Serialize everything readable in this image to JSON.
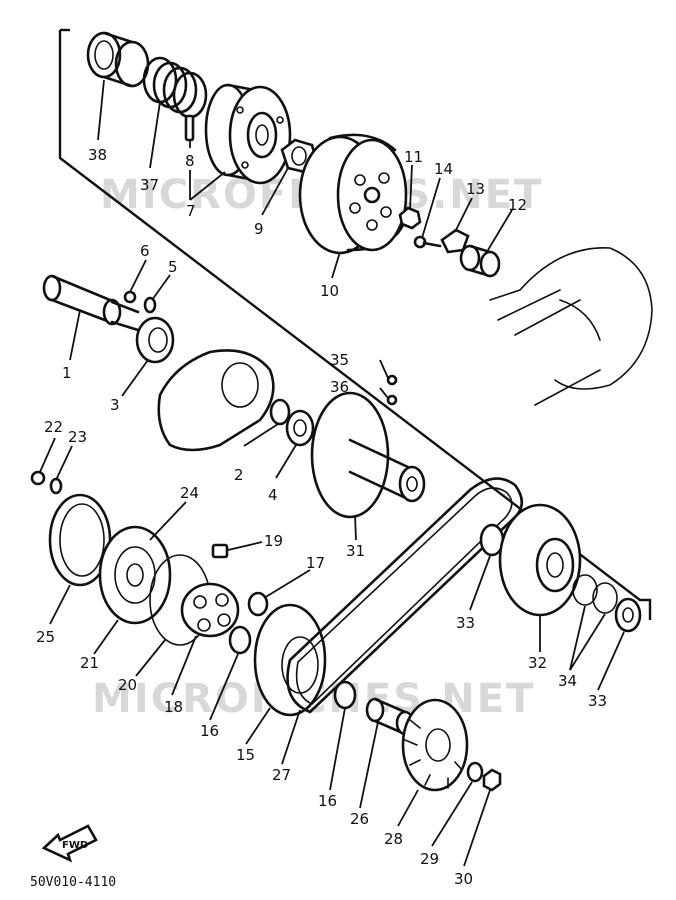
{
  "diagram": {
    "code": "50V010-4110",
    "fwd_label": "FWD",
    "watermark": "MICROFICHES.NET",
    "callouts": [
      "38",
      "37",
      "8",
      "7",
      "9",
      "10",
      "11",
      "14",
      "13",
      "12",
      "6",
      "5",
      "1",
      "3",
      "35",
      "36",
      "22",
      "23",
      "2",
      "4",
      "24",
      "19",
      "17",
      "31",
      "25",
      "21",
      "20",
      "18",
      "16",
      "15",
      "27",
      "33",
      "32",
      "34",
      "33",
      "16",
      "26",
      "28",
      "29",
      "30"
    ]
  }
}
